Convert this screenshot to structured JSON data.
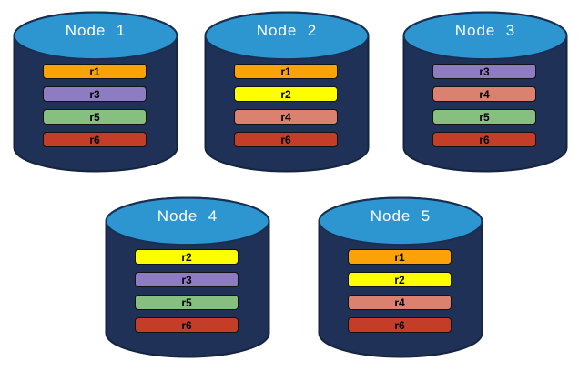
{
  "colors": {
    "background": "#FFFFFF",
    "cylinder_body": "#1F3156",
    "cylinder_top": "#2D95CF",
    "cylinder_outline": "#152440",
    "bar_border": "#131313",
    "bar_text": "#000000",
    "title_text": "#FFFFFF"
  },
  "nodes": [
    {
      "label": "Node  1",
      "partitions": [
        {
          "label": "r1",
          "color": "#FBA306"
        },
        {
          "label": "r3",
          "color": "#8D7CC2"
        },
        {
          "label": "r5",
          "color": "#86BF80"
        },
        {
          "label": "r6",
          "color": "#C33D28"
        }
      ]
    },
    {
      "label": "Node  2",
      "partitions": [
        {
          "label": "r1",
          "color": "#FBA306"
        },
        {
          "label": "r2",
          "color": "#FDFF00"
        },
        {
          "label": "r4",
          "color": "#DB8170"
        },
        {
          "label": "r6",
          "color": "#C33D28"
        }
      ]
    },
    {
      "label": "Node  3",
      "partitions": [
        {
          "label": "r3",
          "color": "#8D7CC2"
        },
        {
          "label": "r4",
          "color": "#DB8170"
        },
        {
          "label": "r5",
          "color": "#86BF80"
        },
        {
          "label": "r6",
          "color": "#C33D28"
        }
      ]
    },
    {
      "label": "Node  4",
      "partitions": [
        {
          "label": "r2",
          "color": "#FDFF00"
        },
        {
          "label": "r3",
          "color": "#8D7CC2"
        },
        {
          "label": "r5",
          "color": "#86BF80"
        },
        {
          "label": "r6",
          "color": "#C33D28"
        }
      ]
    },
    {
      "label": "Node  5",
      "partitions": [
        {
          "label": "r1",
          "color": "#FBA306"
        },
        {
          "label": "r2",
          "color": "#FDFF00"
        },
        {
          "label": "r4",
          "color": "#DB8170"
        },
        {
          "label": "r6",
          "color": "#C33D28"
        }
      ]
    }
  ]
}
